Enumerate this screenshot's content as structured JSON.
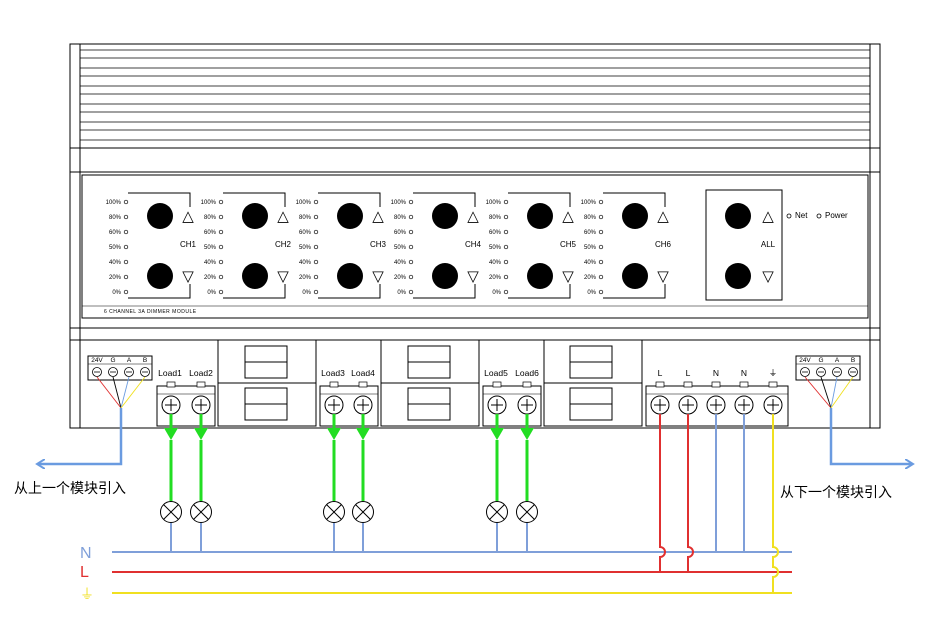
{
  "module": {
    "model_label": "6 CHANNEL 3A DIMMER MODULE",
    "channels": [
      {
        "label": "CH1"
      },
      {
        "label": "CH2"
      },
      {
        "label": "CH3"
      },
      {
        "label": "CH4"
      },
      {
        "label": "CH5"
      },
      {
        "label": "CH6"
      }
    ],
    "all_label": "ALL",
    "levels": [
      "100%",
      "80%",
      "60%",
      "50%",
      "40%",
      "20%",
      "0%"
    ],
    "indicators": [
      {
        "label": "Net"
      },
      {
        "label": "Power"
      }
    ],
    "button_symbols": {
      "up": "△",
      "down": "▽"
    }
  },
  "bus_terminals": {
    "left_labels": [
      "24V",
      "G",
      "A",
      "B"
    ],
    "right_labels": [
      "24V",
      "G",
      "A",
      "B"
    ]
  },
  "load_outputs": [
    "Load1",
    "Load2",
    "Load3",
    "Load4",
    "Load5",
    "Load6"
  ],
  "power_terminals": [
    "L",
    "L",
    "N",
    "N",
    "⏚"
  ],
  "annotations": {
    "from_previous": "从上一个模块引入",
    "to_next": "从下一个模块引入"
  },
  "lines": [
    {
      "label": "N",
      "color": "#7f9fd9"
    },
    {
      "label": "L",
      "color": "#e03030"
    },
    {
      "label": "⏚",
      "color": "#f0e020"
    }
  ],
  "colors": {
    "load_wire": "#22dd22",
    "bus_arrow": "#6a9be0",
    "neutral": "#7f9fd9",
    "live": "#e03030",
    "earth": "#f0e020"
  }
}
